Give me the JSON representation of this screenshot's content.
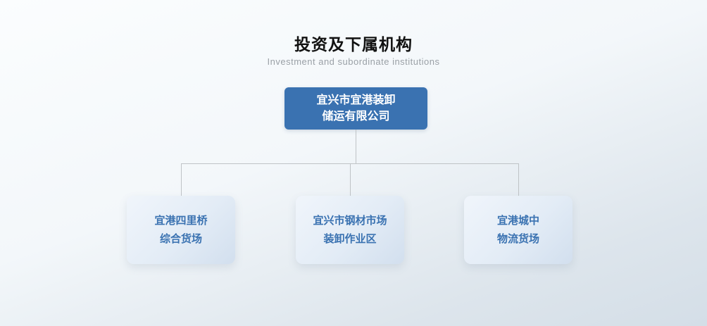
{
  "page": {
    "title": "投资及下属机构",
    "subtitle": "Investment and subordinate institutions"
  },
  "colors": {
    "root_node_bg": "#3a72b1",
    "root_node_text": "#ffffff",
    "child_node_text": "#3a72b1",
    "connector": "#bfc3c6",
    "subtitle_text": "#9aa0a6"
  },
  "org_chart": {
    "root": {
      "line1": "宜兴市宜港装卸",
      "line2": "储运有限公司"
    },
    "children": [
      {
        "line1": "宜港四里桥",
        "line2": "综合货场"
      },
      {
        "line1": "宜兴市钢材市场",
        "line2": "装卸作业区"
      },
      {
        "line1": "宜港城中",
        "line2": "物流货场"
      }
    ]
  }
}
